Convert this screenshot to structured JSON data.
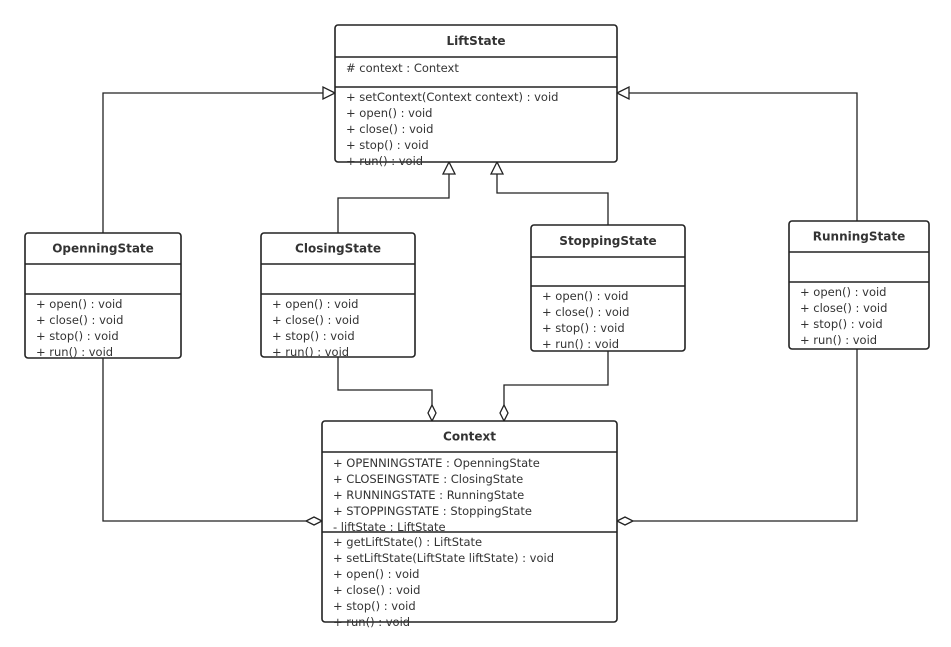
{
  "classes": {
    "liftstate": {
      "name": "LiftState",
      "attributes": [
        "# context : Context"
      ],
      "methods": [
        "+ setContext(Context context) : void",
        "+ open() : void",
        "+ close() : void",
        "+ stop() : void",
        "+ run() : void"
      ]
    },
    "openningstate": {
      "name": "OpenningState",
      "attributes": [],
      "methods": [
        "+ open() : void",
        "+ close() : void",
        "+ stop() : void",
        "+ run() : void"
      ]
    },
    "closingstate": {
      "name": "ClosingState",
      "attributes": [],
      "methods": [
        "+ open() : void",
        "+ close() : void",
        "+ stop() : void",
        "+ run() : void"
      ]
    },
    "stoppingstate": {
      "name": "StoppingState",
      "attributes": [],
      "methods": [
        "+ open() : void",
        "+ close() : void",
        "+ stop() : void",
        "+ run() : void"
      ]
    },
    "runningstate": {
      "name": "RunningState",
      "attributes": [],
      "methods": [
        "+ open() : void",
        "+ close() : void",
        "+ stop() : void",
        "+ run() : void"
      ]
    },
    "context": {
      "name": "Context",
      "attributes": [
        "+ OPENNINGSTATE : OpenningState",
        "+ CLOSEINGSTATE : ClosingState",
        "+ RUNNINGSTATE : RunningState",
        "+ STOPPINGSTATE : StoppingState",
        "- liftState : LiftState"
      ],
      "methods": [
        "+ getLiftState() : LiftState",
        "+ setLiftState(LiftState liftState) : void",
        "+ open() : void",
        "+ close() : void",
        "+ stop() : void",
        "+ run() : void"
      ]
    }
  },
  "relations": [
    {
      "type": "generalization",
      "from": "OpenningState",
      "to": "LiftState"
    },
    {
      "type": "generalization",
      "from": "ClosingState",
      "to": "LiftState"
    },
    {
      "type": "generalization",
      "from": "StoppingState",
      "to": "LiftState"
    },
    {
      "type": "generalization",
      "from": "RunningState",
      "to": "LiftState"
    },
    {
      "type": "aggregation",
      "from": "OpenningState",
      "to": "Context"
    },
    {
      "type": "aggregation",
      "from": "ClosingState",
      "to": "Context"
    },
    {
      "type": "aggregation",
      "from": "StoppingState",
      "to": "Context"
    },
    {
      "type": "aggregation",
      "from": "RunningState",
      "to": "Context"
    }
  ]
}
